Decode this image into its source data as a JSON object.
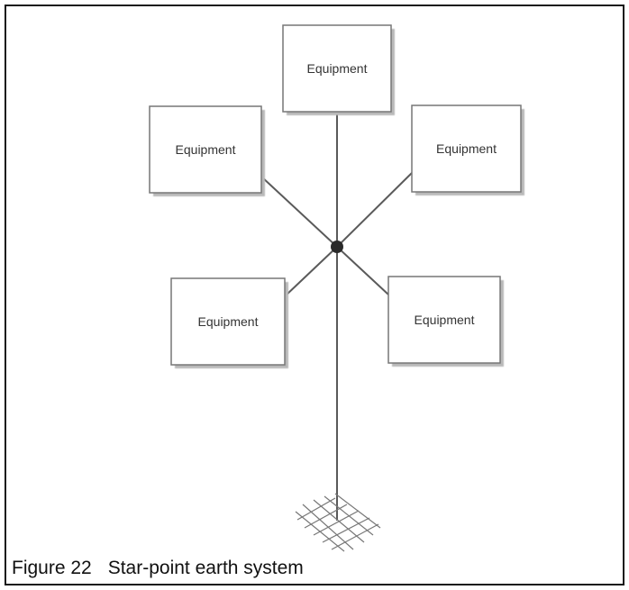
{
  "diagram": {
    "nodes": [
      {
        "id": "top",
        "label": "Equipment"
      },
      {
        "id": "upper-left",
        "label": "Equipment"
      },
      {
        "id": "upper-right",
        "label": "Equipment"
      },
      {
        "id": "lower-left",
        "label": "Equipment"
      },
      {
        "id": "lower-right",
        "label": "Equipment"
      }
    ],
    "center_point": "star-point",
    "earth_symbol": "earth-grid-icon",
    "colors": {
      "line": "#555555",
      "box_border": "#777777",
      "box_shadow": "#b9b9b9",
      "text": "#333333"
    }
  },
  "caption": {
    "figure_number": "Figure 22",
    "text": "Star-point earth system"
  }
}
